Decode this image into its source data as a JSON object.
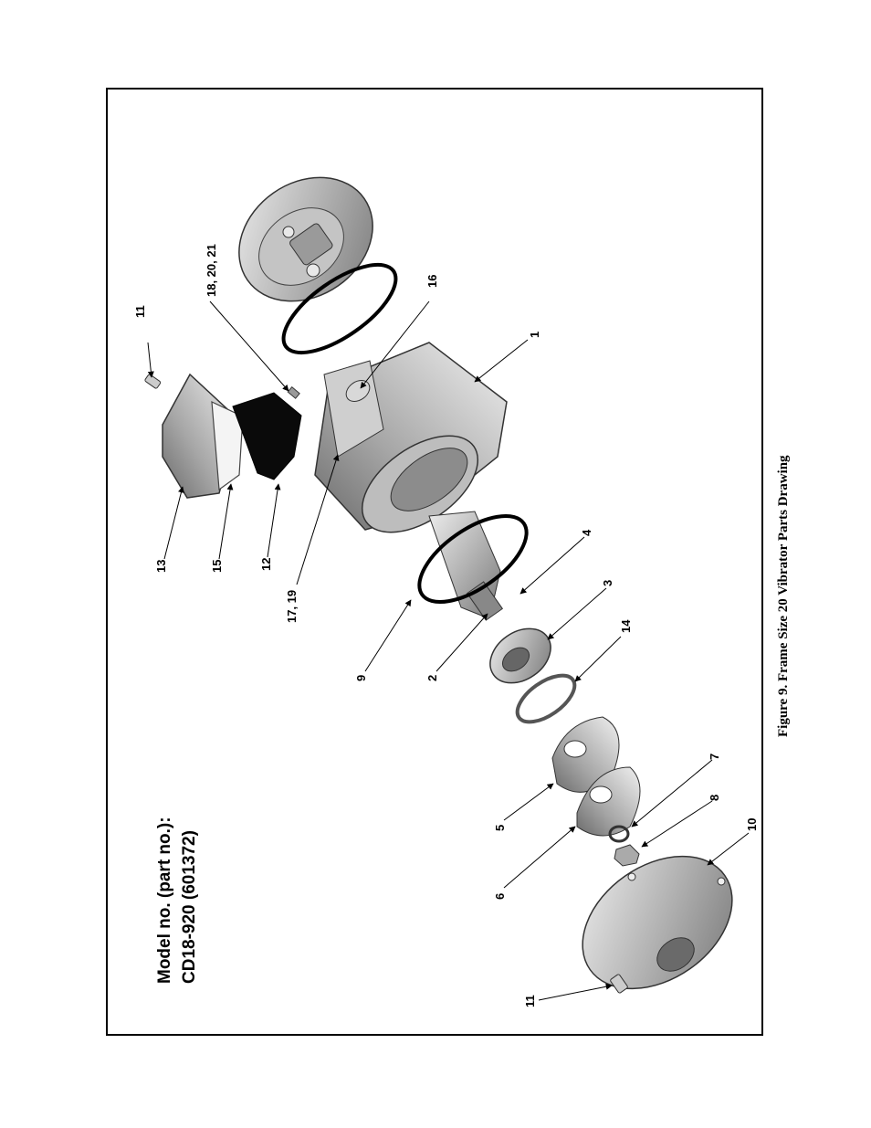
{
  "caption": "Figure 9. Frame Size 20 Vibrator Parts Drawing",
  "model": {
    "line1": "Model no. (part no.):",
    "line2": "CD18-920 (601372)"
  },
  "callouts": {
    "c1": "1",
    "c2": "2",
    "c3": "3",
    "c4": "4",
    "c5": "5",
    "c6": "6",
    "c7": "7",
    "c8": "8",
    "c9": "9",
    "c10": "10",
    "c11_top": "11",
    "c11_bottom": "11",
    "c12": "12",
    "c13": "13",
    "c14": "14",
    "c15": "15",
    "c16": "16",
    "c17_19": "17, 19",
    "c18_20_21": "18, 20, 21"
  },
  "colors": {
    "line": "#000000",
    "metal_light": "#d6d6d6",
    "metal_mid": "#a8a8a8",
    "metal_dark": "#6e6e6e"
  }
}
